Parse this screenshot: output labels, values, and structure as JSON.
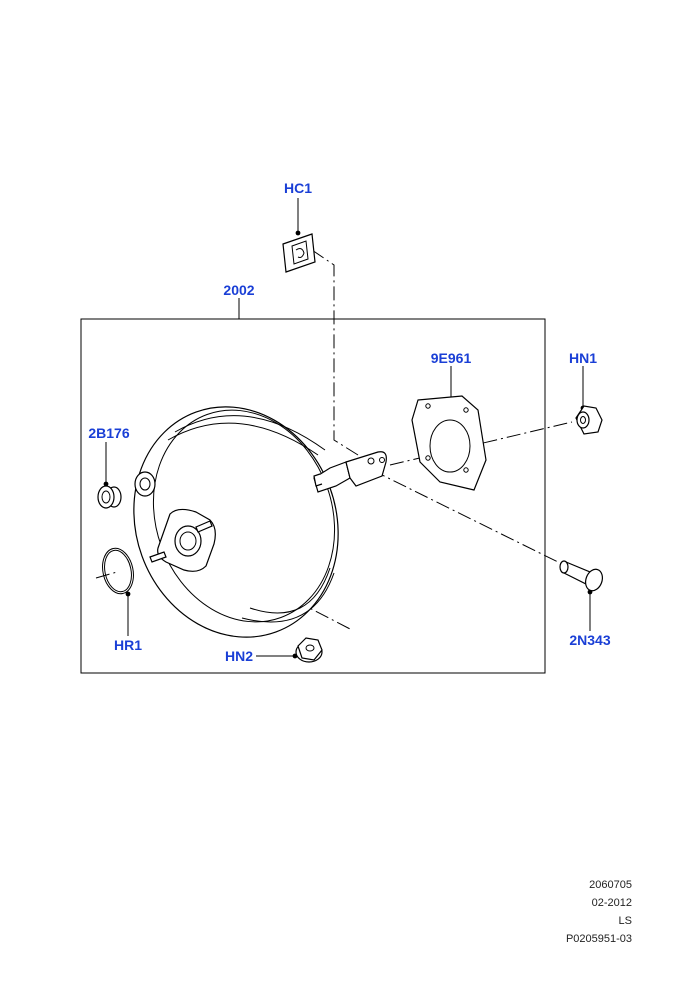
{
  "callouts": {
    "hc1": "HC1",
    "assembly": "2002",
    "gasket": "9E961",
    "hn1": "HN1",
    "grommet": "2B176",
    "hr1": "HR1",
    "hn2": "HN2",
    "pin": "2N343"
  },
  "reference": {
    "code": "2060705",
    "date": "02-2012",
    "initials": "LS",
    "drawing_number": "P0205951-03"
  },
  "colors": {
    "callout_text": "#1a3fd6",
    "line_art": "#000000"
  }
}
